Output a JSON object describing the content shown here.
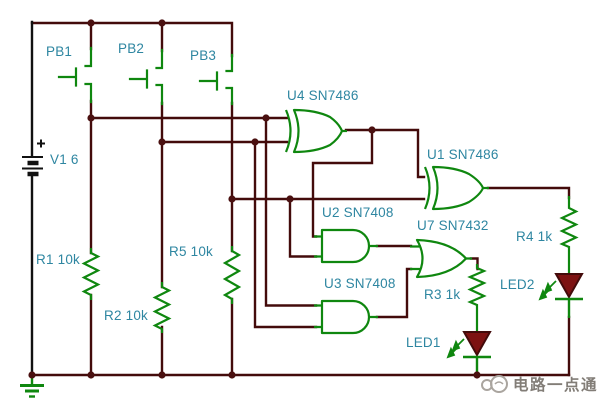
{
  "colors": {
    "wire": "#430b0b",
    "component_green": "#0f870f",
    "label_teal": "#2e86a1",
    "battery_black": "#111111",
    "led_fill": "#7d1212",
    "junction_dot": "#4a1010",
    "watermark_gray": "#827d77"
  },
  "components": {
    "battery": {
      "label": "V1 6"
    },
    "pushbuttons": [
      {
        "label": "PB1"
      },
      {
        "label": "PB2"
      },
      {
        "label": "PB3"
      }
    ],
    "resistors": [
      {
        "label": "R1 10k"
      },
      {
        "label": "R2 10k"
      },
      {
        "label": "R5 10k"
      },
      {
        "label": "R3 1k"
      },
      {
        "label": "R4 1k"
      }
    ],
    "gates": [
      {
        "label": "U4 SN7486",
        "type": "XOR"
      },
      {
        "label": "U1 SN7486",
        "type": "XOR"
      },
      {
        "label": "U2 SN7408",
        "type": "AND"
      },
      {
        "label": "U3 SN7408",
        "type": "AND"
      },
      {
        "label": "U7 SN7432",
        "type": "OR"
      }
    ],
    "leds": [
      {
        "label": "LED1"
      },
      {
        "label": "LED2"
      }
    ]
  },
  "watermark": {
    "text": "电路一点通"
  }
}
